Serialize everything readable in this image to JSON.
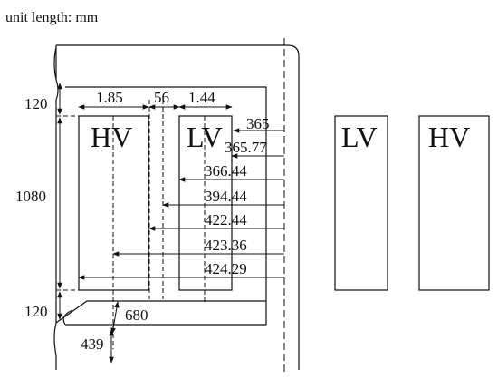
{
  "unit_label": "unit length: mm",
  "windings": {
    "left_hv": "HV",
    "left_lv": "LV",
    "right_lv": "LV",
    "right_hv": "HV"
  },
  "widths": [
    "1.85",
    "56",
    "1.44"
  ],
  "heights": [
    "120",
    "1080",
    "120"
  ],
  "yoke_labels": [
    "680",
    "439"
  ],
  "radii": [
    "365",
    "365.77",
    "366.44",
    "394.44",
    "422.44",
    "423.36",
    "424.29"
  ]
}
